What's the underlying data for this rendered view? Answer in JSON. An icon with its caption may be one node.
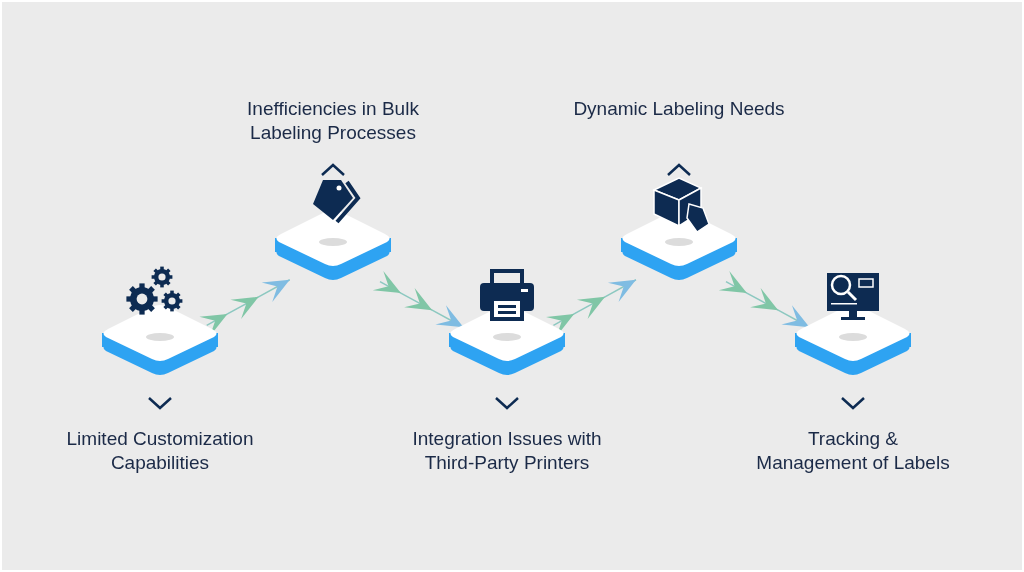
{
  "diagram": {
    "nodes": [
      {
        "text": [
          "Limited Customization Capabilities"
        ]
      },
      {
        "text": [
          "Inefficiencies in Bulk Labeling Processes"
        ]
      },
      {
        "text": [
          "Integration Issues with Third-Party Printers"
        ]
      },
      {
        "text": [
          "Dynamic Labeling Needs"
        ]
      },
      {
        "text": [
          "Tracking & Management of Labels"
        ]
      }
    ],
    "edges": [
      {
        "from": 0,
        "to": 1,
        "arrow": "to"
      },
      {
        "from": 1,
        "to": 2,
        "arrow": "to"
      },
      {
        "from": 2,
        "to": 3,
        "arrow": "to"
      },
      {
        "from": 3,
        "to": 4,
        "arrow": "to"
      }
    ]
  }
}
